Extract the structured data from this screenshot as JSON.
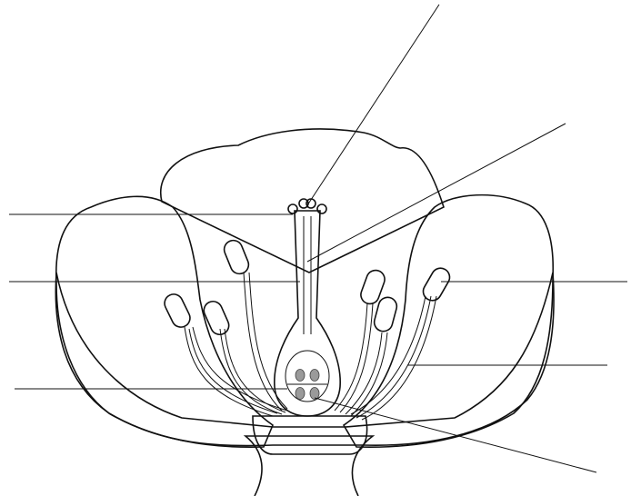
{
  "diagram": {
    "type": "flower-cross-section",
    "labels": [],
    "colors": {
      "petal_light": "#f3f3f3",
      "petal_mid": "#c9c9c9",
      "petal_dark": "#b4b4b4",
      "ovule": "#9a9a9a",
      "anther": "#ececec",
      "line": "#111111",
      "background": "#ffffff"
    },
    "parts": [
      "back-petal",
      "left-petal",
      "right-petal",
      "front-petal-rim",
      "receptacle",
      "stem",
      "pistil",
      "stigma",
      "style",
      "ovary",
      "ovules",
      "stamens",
      "anthers",
      "filaments",
      "leader-lines"
    ]
  }
}
